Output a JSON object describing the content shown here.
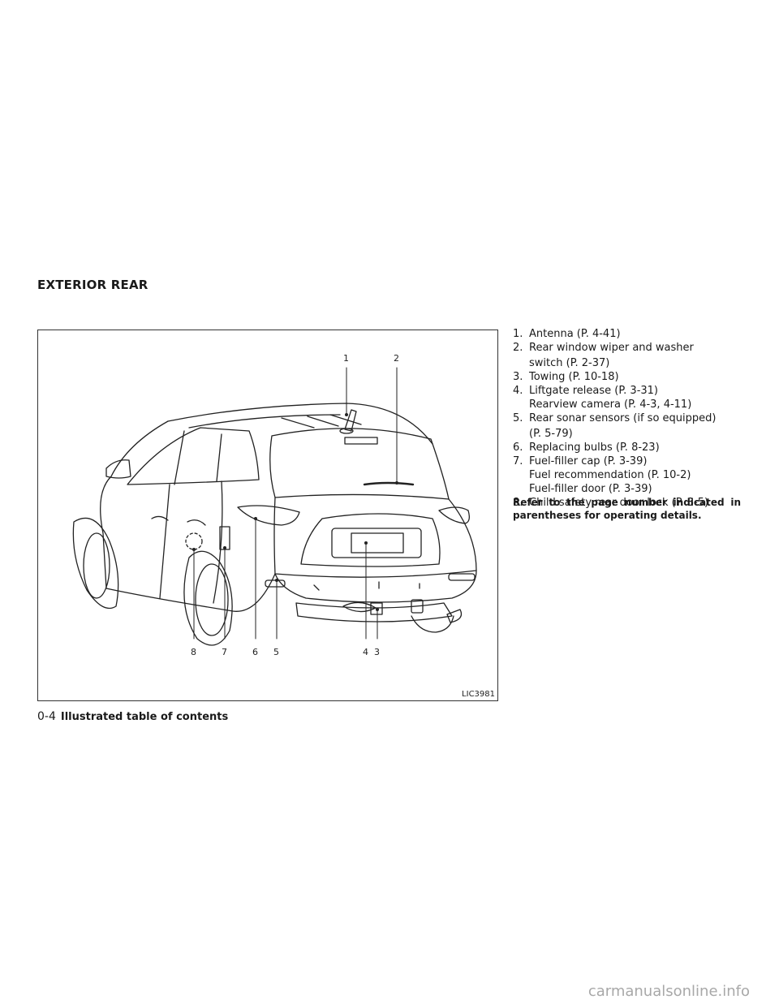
{
  "section_title": "EXTERIOR REAR",
  "figure": {
    "id": "LIC3981",
    "callouts": [
      "1",
      "2",
      "8",
      "7",
      "6",
      "5",
      "4",
      "3"
    ]
  },
  "items": [
    {
      "num": "1.",
      "lines": [
        "Antenna (P. 4-41)"
      ]
    },
    {
      "num": "2.",
      "lines": [
        "Rear window wiper and washer",
        "switch (P. 2-37)"
      ]
    },
    {
      "num": "3.",
      "lines": [
        "Towing (P. 10-18)"
      ]
    },
    {
      "num": "4.",
      "lines": [
        "Liftgate release (P. 3-31)",
        "Rearview camera (P. 4-3, 4-11)"
      ]
    },
    {
      "num": "5.",
      "lines": [
        "Rear sonar sensors (if so equipped)",
        "(P. 5-79)"
      ]
    },
    {
      "num": "6.",
      "lines": [
        "Replacing bulbs (P. 8-23)"
      ]
    },
    {
      "num": "7.",
      "lines": [
        "Fuel-filler cap (P. 3-39)",
        "Fuel recommendation (P. 10-2)",
        "Fuel-filler door (P. 3-39)"
      ]
    },
    {
      "num": "8.",
      "lines": [
        "Child safety rear door lock (P. 3-5)"
      ]
    }
  ],
  "note": "Refer to the page number indicated in parentheses for operating details.",
  "footer": {
    "page": "0-4",
    "title": "Illustrated table of contents"
  },
  "watermark": "carmanualsonline.info"
}
